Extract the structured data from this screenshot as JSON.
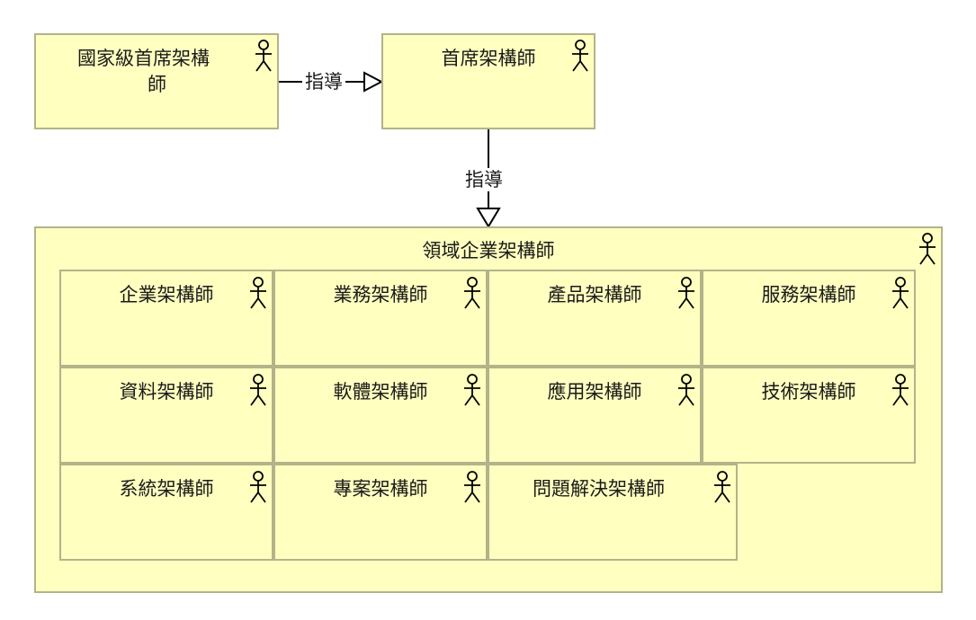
{
  "nodes": {
    "national_chief": {
      "label_line1": "國家級首席架構",
      "label_line2": "師"
    },
    "chief": {
      "label": "首席架構師"
    },
    "domain": {
      "label": "領域企業架構師"
    },
    "roles": [
      {
        "label": "企業架構師"
      },
      {
        "label": "業務架構師"
      },
      {
        "label": "產品架構師"
      },
      {
        "label": "服務架構師"
      },
      {
        "label": "資料架構師"
      },
      {
        "label": "軟體架構師"
      },
      {
        "label": "應用架構師"
      },
      {
        "label": "技術架構師"
      },
      {
        "label": "系統架構師"
      },
      {
        "label": "專案架構師"
      },
      {
        "label": "問題解決架構師"
      }
    ]
  },
  "edges": {
    "national_to_chief": {
      "label": "指導"
    },
    "chief_to_domain": {
      "label": "指導"
    }
  },
  "colors": {
    "box_fill": "#ffffc0",
    "box_border": "#b3b38a",
    "line": "#000000"
  },
  "icons": {
    "role": "actor-icon",
    "arrow": "hollow-triangle-arrowhead"
  }
}
